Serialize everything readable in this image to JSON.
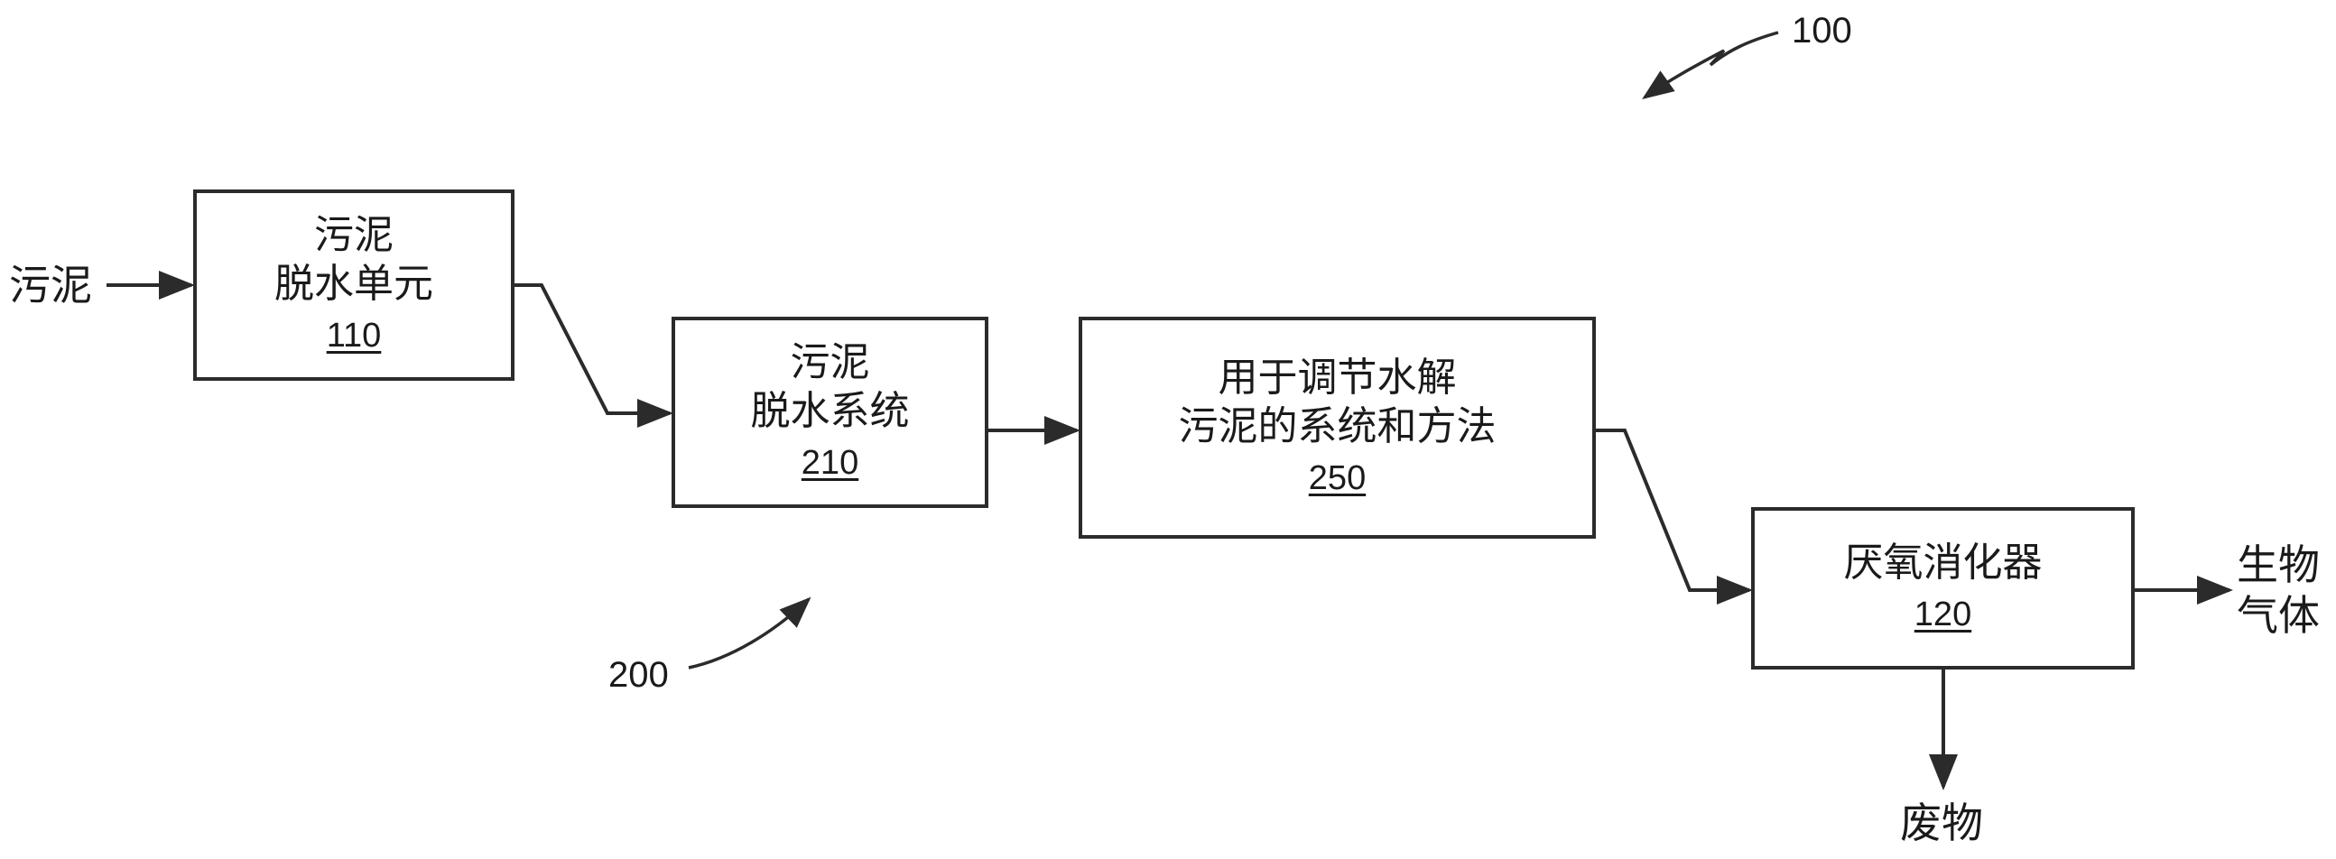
{
  "input_label": "污泥",
  "unit_110": {
    "line1": "污泥",
    "line2": "脱水单元",
    "ref": "110"
  },
  "system_210": {
    "line1": "污泥",
    "line2": "脱水系统",
    "ref": "210"
  },
  "method_250": {
    "line1": "用于调节水解",
    "line2": "污泥的系统和方法",
    "ref": "250"
  },
  "digester_120": {
    "line1": "厌氧消化器",
    "ref": "120"
  },
  "biogas_label": {
    "line1": "生物",
    "line2": "气体"
  },
  "waste_label": "废物",
  "ref_100": "100",
  "ref_200": "200"
}
